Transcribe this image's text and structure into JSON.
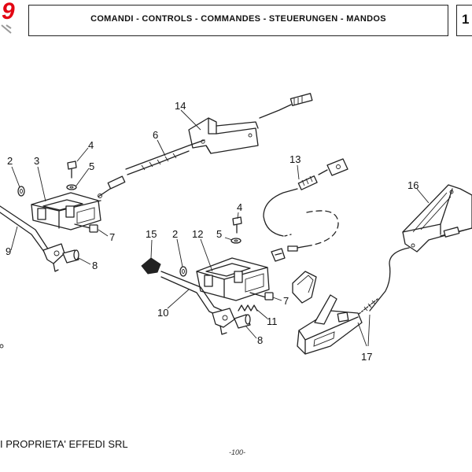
{
  "header": {
    "title": "COMANDI - CONTROLS - COMMANDES - STEUERUNGEN - MANDOS",
    "page_number": "1"
  },
  "logo": {
    "text": "9",
    "color": "#e30613"
  },
  "callouts": {
    "c14": "14",
    "c6": "6",
    "c4a": "4",
    "c2a": "2",
    "c3": "3",
    "c5a": "5",
    "c9": "9",
    "c7a": "7",
    "c8a": "8",
    "c13": "13",
    "c16": "16",
    "c4b": "4",
    "c15": "15",
    "c2b": "2",
    "c12": "12",
    "c5b": "5",
    "c7b": "7",
    "c11": "11",
    "c10": "10",
    "c8b": "8",
    "c17": "17"
  },
  "footer": {
    "company": "I PROPRIETA' EFFEDI SRL",
    "page": "-100-"
  }
}
